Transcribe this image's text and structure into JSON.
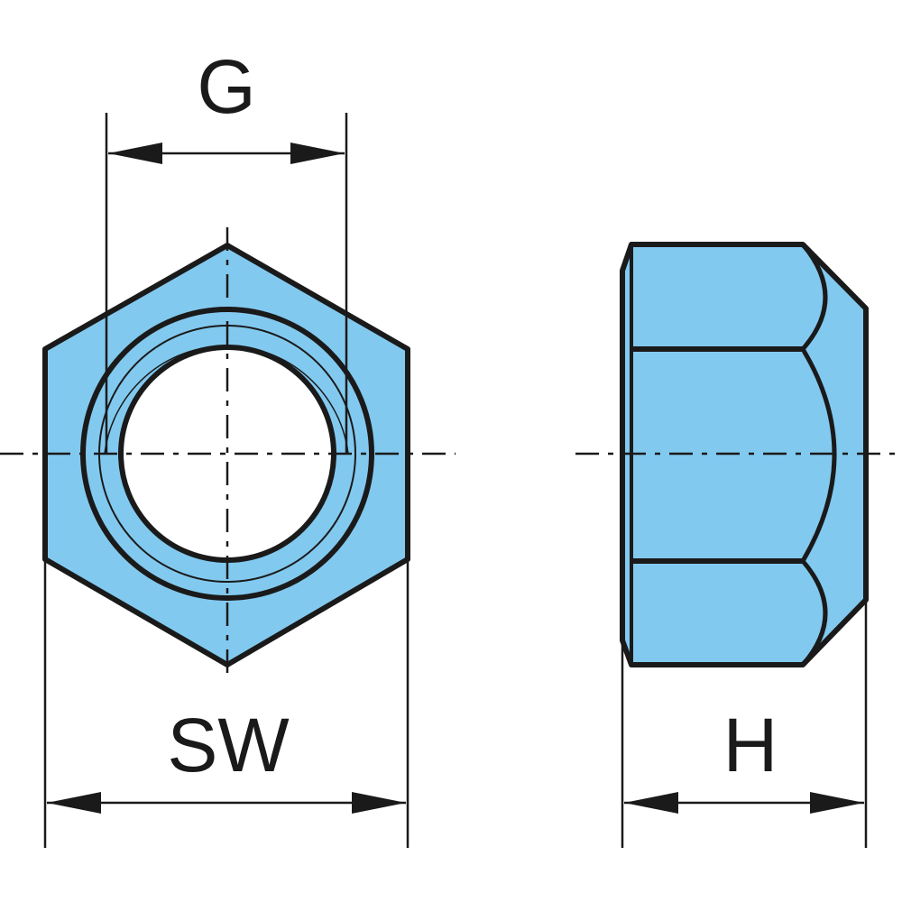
{
  "labels": {
    "thread_diameter": "G",
    "width_across_flats": "SW",
    "nut_height": "H"
  },
  "colors": {
    "fill": "#82c9ef",
    "line": "#1a1a1a",
    "background": "#ffffff"
  }
}
